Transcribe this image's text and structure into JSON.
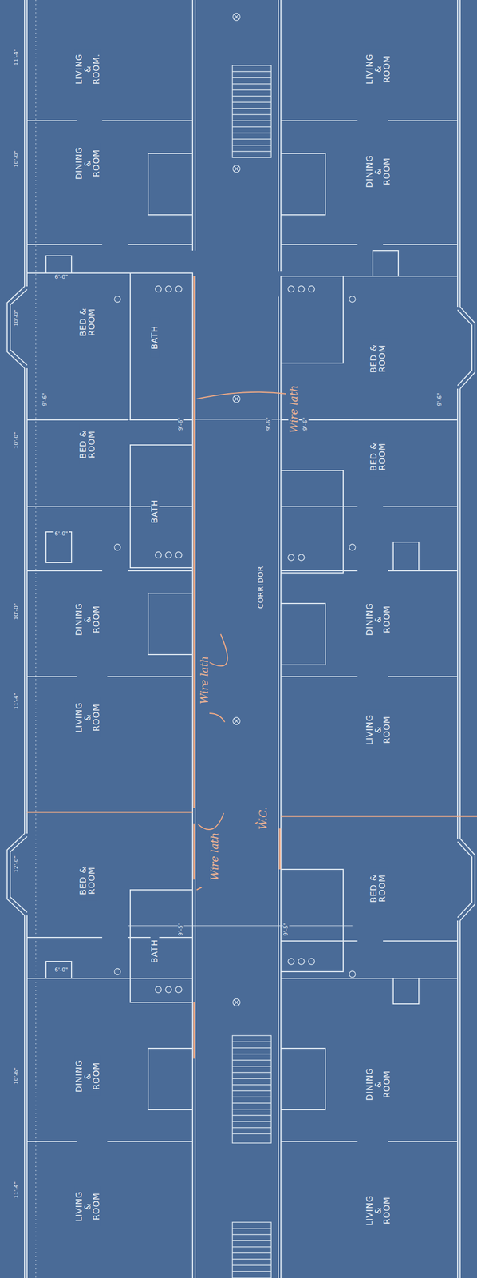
{
  "diagram": {
    "labels": [
      "LIVING & ROOM.",
      "DINING & ROOM",
      "BED & ROOM",
      "BATH",
      "BED & ROOM",
      "BATH",
      "DINING & ROOM",
      "LIVING & ROOM",
      "BED & ROOM",
      "BATH",
      "DINING & ROOM",
      "LIVING & ROOM",
      "LIVING & ROOM",
      "DINING & ROOM",
      "BED & ROOM",
      "BED & ROOM",
      "DINING & ROOM",
      "LIVING & ROOM",
      "BED & ROOM",
      "DINING & ROOM",
      "LIVING & ROOM",
      "CORRIDOR",
      "Wire lath",
      "Wire lath",
      "Wire lath",
      "W.C.",
      "11'-4\"",
      "10'-0\"",
      "10'-0\"",
      "9'-6\"",
      "10'-0\"",
      "10'-0\"",
      "11'-4\"",
      "12'-0\"",
      "10'-6\"",
      "11'-4\"",
      "9'-6\"",
      "9'-6\"",
      "9'-6\"",
      "9'-6\"",
      "9'-5\"",
      "9'-5\"",
      "6'-0\"",
      "6'-0\"",
      "6'-0\""
    ]
  }
}
